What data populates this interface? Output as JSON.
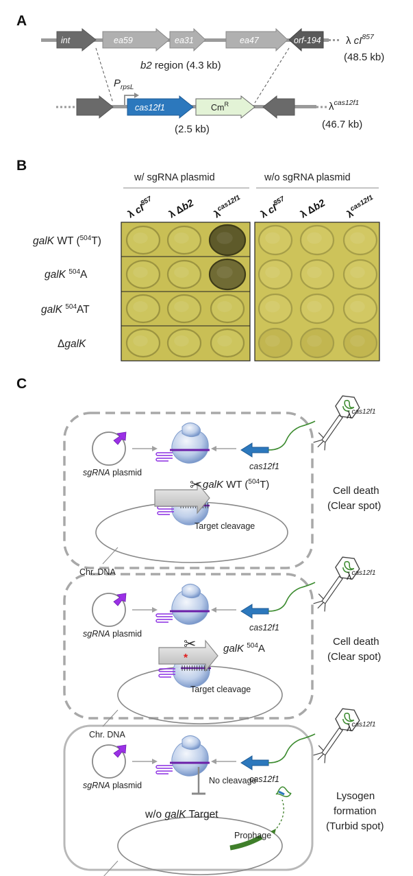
{
  "panels": {
    "a": "A",
    "b": "B",
    "c": "C"
  },
  "panel_a": {
    "genes": [
      "int",
      "ea59",
      "ea31",
      "ea47",
      "orf-194"
    ],
    "phage_wt": {
      "prefix": "λ ",
      "name": "cI",
      "sup": "857",
      "size": "(48.5 kb)"
    },
    "region": {
      "name": "b2",
      "rest": " region (4.3 kb)"
    },
    "promoter": {
      "base": "P",
      "sub": "rpsL"
    },
    "insert_genes": [
      "cas12f1",
      "Cm"
    ],
    "cm_sup": "R",
    "insert_size": "(2.5 kb)",
    "phage_eng": {
      "prefix": "λ",
      "sup": "cas12f1",
      "size": "(46.7 kb)"
    }
  },
  "panel_b": {
    "group1": "w/ sgRNA plasmid",
    "group2": "w/o sgRNA plasmid",
    "columns": [
      {
        "prefix": "λ ",
        "name": "cI",
        "sup": "857"
      },
      {
        "prefix": "λ Δ",
        "name": "b2",
        "sup": ""
      },
      {
        "prefix": "λ",
        "name": "",
        "sup": "cas12f1"
      },
      {
        "prefix": "λ ",
        "name": "cI",
        "sup": "857"
      },
      {
        "prefix": "λ Δ",
        "name": "b2",
        "sup": ""
      },
      {
        "prefix": "λ",
        "name": "",
        "sup": "cas12f1"
      }
    ],
    "rows": [
      {
        "gene": "galK",
        "pre": "",
        "mid": " WT (",
        "sup": "504",
        "post": "T)"
      },
      {
        "gene": "galK",
        "pre": "",
        "mid": " ",
        "sup": "504",
        "post": "A"
      },
      {
        "gene": "galK",
        "pre": "",
        "mid": " ",
        "sup": "504",
        "post": "AT"
      },
      {
        "gene": "galK",
        "pre": "Δ",
        "mid": "",
        "sup": "",
        "post": ""
      }
    ]
  },
  "panel_c": {
    "phage": {
      "prefix": "λ",
      "sup": "cas12f1"
    },
    "gene": "cas12f1",
    "plasmid": {
      "italic": "sgRNA",
      "rest": " plasmid"
    },
    "chr": "Chr. DNA",
    "target_cleavage": "Target cleavage",
    "cell1_target": {
      "gene": "galK",
      "mid": " WT (",
      "sup": "504",
      "post": "T)"
    },
    "cell2_target": {
      "gene": "galK",
      "mid": " ",
      "sup": "504",
      "post": "A"
    },
    "cell3_target": {
      "pre": "w/o ",
      "gene": "galK",
      "post": " Target"
    },
    "no_cleavage": "No cleavage",
    "prophage": "Prophage",
    "outcome1": [
      "Cell death",
      "(Clear spot)"
    ],
    "outcome2": [
      "Cell death",
      "(Clear spot)"
    ],
    "outcome3": [
      "Lysogen",
      "formation",
      "(Turbid spot)"
    ]
  },
  "colors": {
    "plate": "#c9bf55",
    "cas_blue": "#2c78bd",
    "cm_green": "#e3f3d6",
    "sgRNA_purple": "#8a2be2",
    "prophage_green": "#3f7f2a",
    "dash_gray": "#a8a8a8"
  }
}
